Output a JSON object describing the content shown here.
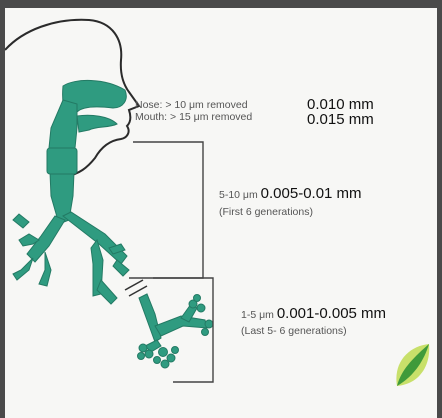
{
  "colors": {
    "airway": "#2f9b80",
    "airway_dark": "#237a64",
    "outline": "#2b2b2b",
    "bracket": "#444444",
    "leaf_light": "#c8e06a",
    "leaf_dark": "#3f9a3a"
  },
  "zones": {
    "nose_label": "Nose: > 10 μm removed",
    "mouth_label": "Mouth: > 15 μm removed",
    "nose_value": "0.010 mm",
    "mouth_value": "0.015 mm",
    "upper_range": "5-10 μm",
    "upper_value": "0.005-0.01 mm",
    "upper_note": "(First 6 generations)",
    "lower_range": "1-5 μm",
    "lower_value": "0.001-0.005 mm",
    "lower_note": "(Last 5- 6 generations)"
  },
  "icons": {
    "logo": "leaf-logo-icon",
    "head": "head-profile-outline-icon",
    "airway": "respiratory-tract-icon"
  }
}
